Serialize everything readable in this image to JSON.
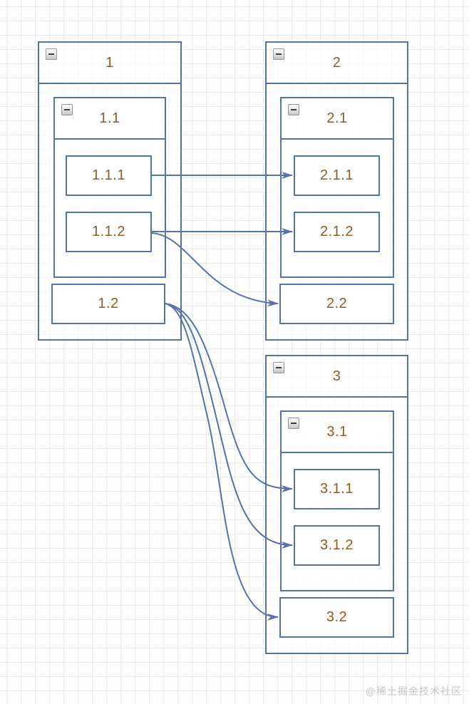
{
  "diagram": {
    "nodes": {
      "g1": {
        "label": "1",
        "type": "group"
      },
      "g1_1": {
        "label": "1.1",
        "type": "group"
      },
      "n1_1_1": {
        "label": "1.1.1",
        "type": "node"
      },
      "n1_1_2": {
        "label": "1.1.2",
        "type": "node"
      },
      "n1_2": {
        "label": "1.2",
        "type": "node"
      },
      "g2": {
        "label": "2",
        "type": "group"
      },
      "g2_1": {
        "label": "2.1",
        "type": "group"
      },
      "n2_1_1": {
        "label": "2.1.1",
        "type": "node"
      },
      "n2_1_2": {
        "label": "2.1.2",
        "type": "node"
      },
      "n2_2": {
        "label": "2.2",
        "type": "node"
      },
      "g3": {
        "label": "3",
        "type": "group"
      },
      "g3_1": {
        "label": "3.1",
        "type": "group"
      },
      "n3_1_1": {
        "label": "3.1.1",
        "type": "node"
      },
      "n3_1_2": {
        "label": "3.1.2",
        "type": "node"
      },
      "n3_2": {
        "label": "3.2",
        "type": "node"
      }
    },
    "edges": [
      {
        "source": "1.1.1",
        "target": "2.1.1"
      },
      {
        "source": "1.1.2",
        "target": "2.1.2"
      },
      {
        "source": "1.1.2",
        "target": "2.2"
      },
      {
        "source": "1.2",
        "target": "3.1.1"
      },
      {
        "source": "1.2",
        "target": "3.1.2"
      },
      {
        "source": "1.2",
        "target": "3.2"
      }
    ],
    "icons": {
      "collapse": "minus-icon"
    },
    "colors": {
      "node_border": "#5573a6",
      "connector": "#5573a6",
      "label_text": "#8a5c28",
      "grid_line": "#e8ece8",
      "canvas_bg": "#fefefe",
      "watermark": "#c7c7c7"
    }
  },
  "watermark": {
    "text": "@稀土掘金技术社区"
  }
}
